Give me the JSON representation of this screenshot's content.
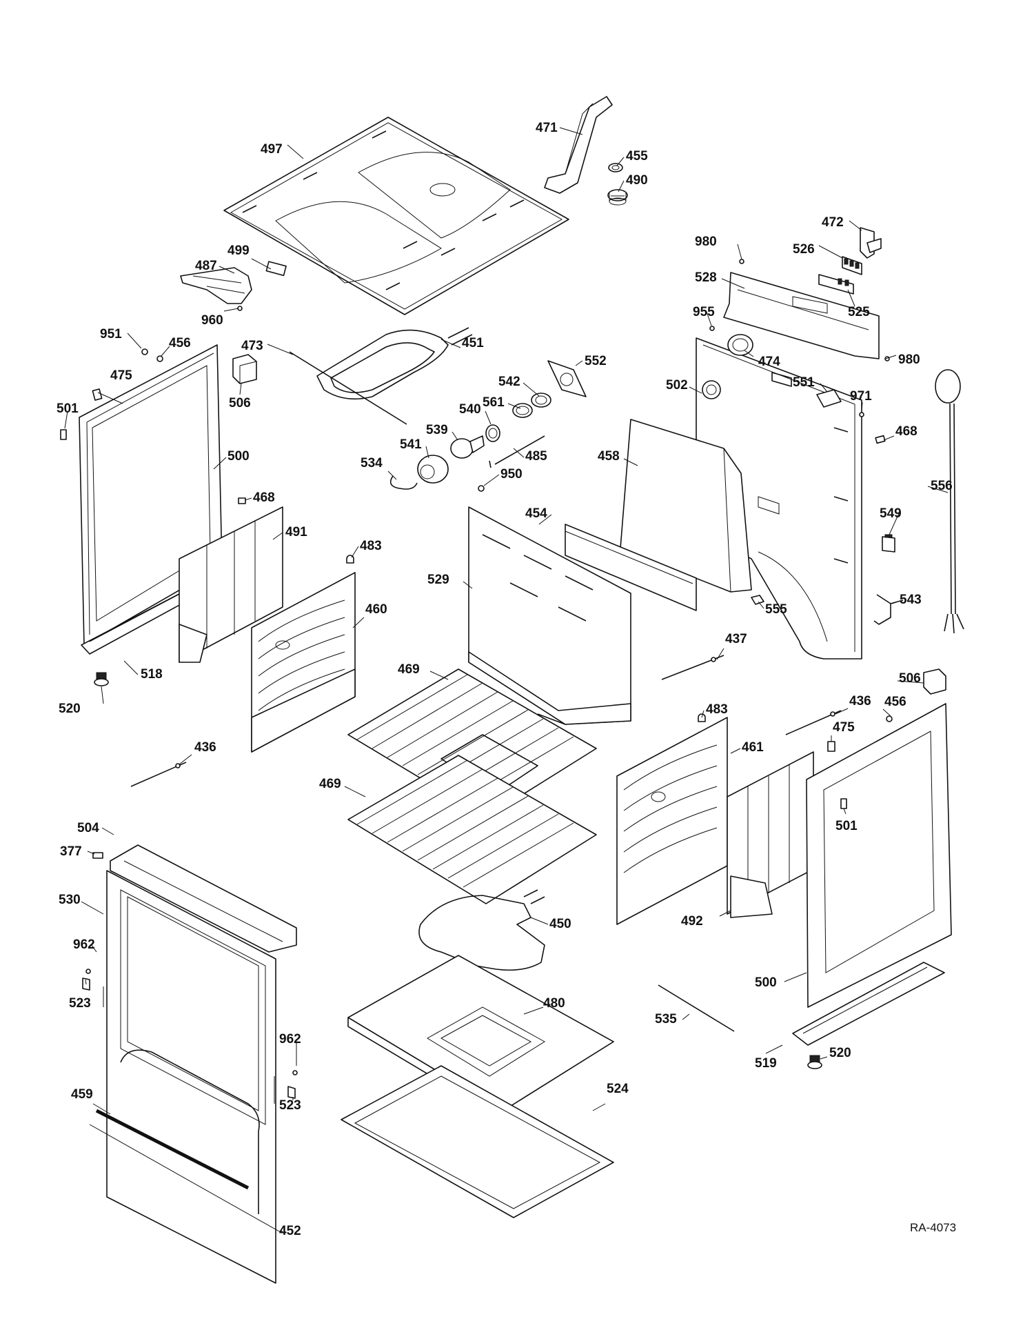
{
  "drawing_code": "RA-4073",
  "labels": [
    {
      "id": "471",
      "t": "471"
    },
    {
      "id": "455",
      "t": "455"
    },
    {
      "id": "490",
      "t": "490"
    },
    {
      "id": "497",
      "t": "497"
    },
    {
      "id": "472",
      "t": "472"
    },
    {
      "id": "980a",
      "t": "980"
    },
    {
      "id": "526",
      "t": "526"
    },
    {
      "id": "528",
      "t": "528"
    },
    {
      "id": "525",
      "t": "525"
    },
    {
      "id": "955",
      "t": "955"
    },
    {
      "id": "474",
      "t": "474"
    },
    {
      "id": "980b",
      "t": "980"
    },
    {
      "id": "499",
      "t": "499"
    },
    {
      "id": "487",
      "t": "487"
    },
    {
      "id": "960",
      "t": "960"
    },
    {
      "id": "951",
      "t": "951"
    },
    {
      "id": "456a",
      "t": "456"
    },
    {
      "id": "473",
      "t": "473"
    },
    {
      "id": "451",
      "t": "451"
    },
    {
      "id": "552",
      "t": "552"
    },
    {
      "id": "542",
      "t": "542"
    },
    {
      "id": "551",
      "t": "551"
    },
    {
      "id": "971",
      "t": "971"
    },
    {
      "id": "475a",
      "t": "475"
    },
    {
      "id": "506a",
      "t": "506"
    },
    {
      "id": "561",
      "t": "561"
    },
    {
      "id": "502",
      "t": "502"
    },
    {
      "id": "501a",
      "t": "501"
    },
    {
      "id": "540",
      "t": "540"
    },
    {
      "id": "539",
      "t": "539"
    },
    {
      "id": "468a",
      "t": "468"
    },
    {
      "id": "541",
      "t": "541"
    },
    {
      "id": "485",
      "t": "485"
    },
    {
      "id": "458",
      "t": "458"
    },
    {
      "id": "534",
      "t": "534"
    },
    {
      "id": "500a",
      "t": "500"
    },
    {
      "id": "556",
      "t": "556"
    },
    {
      "id": "950",
      "t": "950"
    },
    {
      "id": "468b",
      "t": "468"
    },
    {
      "id": "454",
      "t": "454"
    },
    {
      "id": "549",
      "t": "549"
    },
    {
      "id": "491",
      "t": "491"
    },
    {
      "id": "483a",
      "t": "483"
    },
    {
      "id": "529",
      "t": "529"
    },
    {
      "id": "460",
      "t": "460"
    },
    {
      "id": "543",
      "t": "543"
    },
    {
      "id": "555",
      "t": "555"
    },
    {
      "id": "437",
      "t": "437"
    },
    {
      "id": "518",
      "t": "518"
    },
    {
      "id": "506b",
      "t": "506"
    },
    {
      "id": "520a",
      "t": "520"
    },
    {
      "id": "436a",
      "t": "436"
    },
    {
      "id": "456b",
      "t": "456"
    },
    {
      "id": "483b",
      "t": "483"
    },
    {
      "id": "475b",
      "t": "475"
    },
    {
      "id": "436b",
      "t": "436"
    },
    {
      "id": "461",
      "t": "461"
    },
    {
      "id": "469a",
      "t": "469"
    },
    {
      "id": "469b",
      "t": "469"
    },
    {
      "id": "501b",
      "t": "501"
    },
    {
      "id": "504",
      "t": "504"
    },
    {
      "id": "377",
      "t": "377"
    },
    {
      "id": "530",
      "t": "530"
    },
    {
      "id": "492",
      "t": "492"
    },
    {
      "id": "450",
      "t": "450"
    },
    {
      "id": "962a",
      "t": "962"
    },
    {
      "id": "523a",
      "t": "523"
    },
    {
      "id": "500b",
      "t": "500"
    },
    {
      "id": "480",
      "t": "480"
    },
    {
      "id": "535",
      "t": "535"
    },
    {
      "id": "962b",
      "t": "962"
    },
    {
      "id": "519",
      "t": "519"
    },
    {
      "id": "520b",
      "t": "520"
    },
    {
      "id": "523b",
      "t": "523"
    },
    {
      "id": "524",
      "t": "524"
    },
    {
      "id": "459",
      "t": "459"
    },
    {
      "id": "452",
      "t": "452"
    }
  ]
}
